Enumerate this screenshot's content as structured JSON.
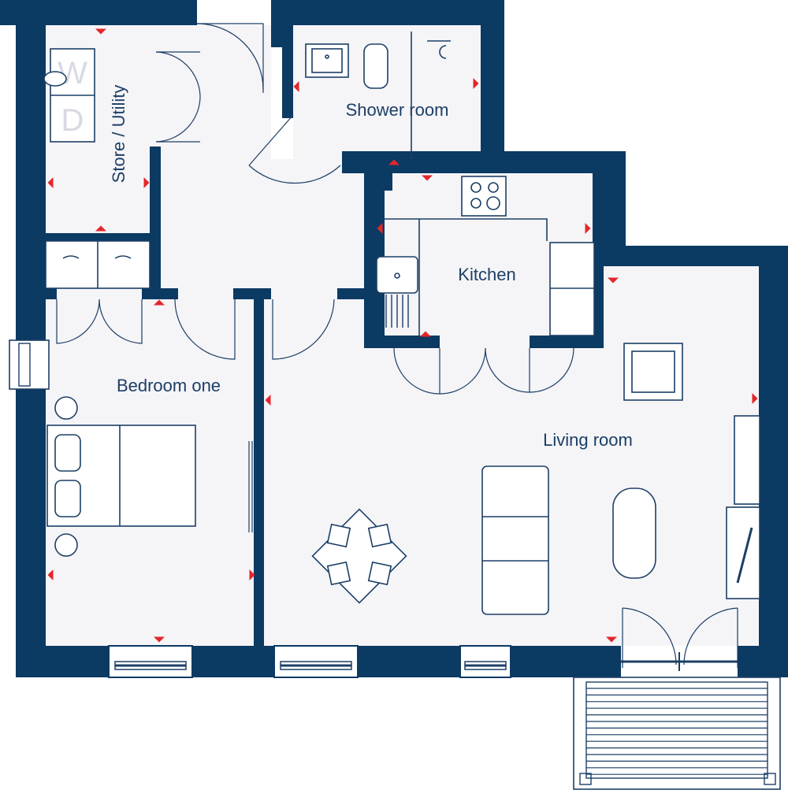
{
  "rooms": {
    "store_utility": "Store / Utility",
    "shower_room": "Shower room",
    "kitchen": "Kitchen",
    "bedroom_one": "Bedroom one",
    "living_room": "Living room"
  },
  "appliance_labels": {
    "washer": "W",
    "dryer": "D"
  },
  "colors": {
    "wall": "#0b3a63",
    "floor": "#f5f4f7",
    "fixture_line": "#1c3f66",
    "measure_marker": "#e3262b"
  }
}
